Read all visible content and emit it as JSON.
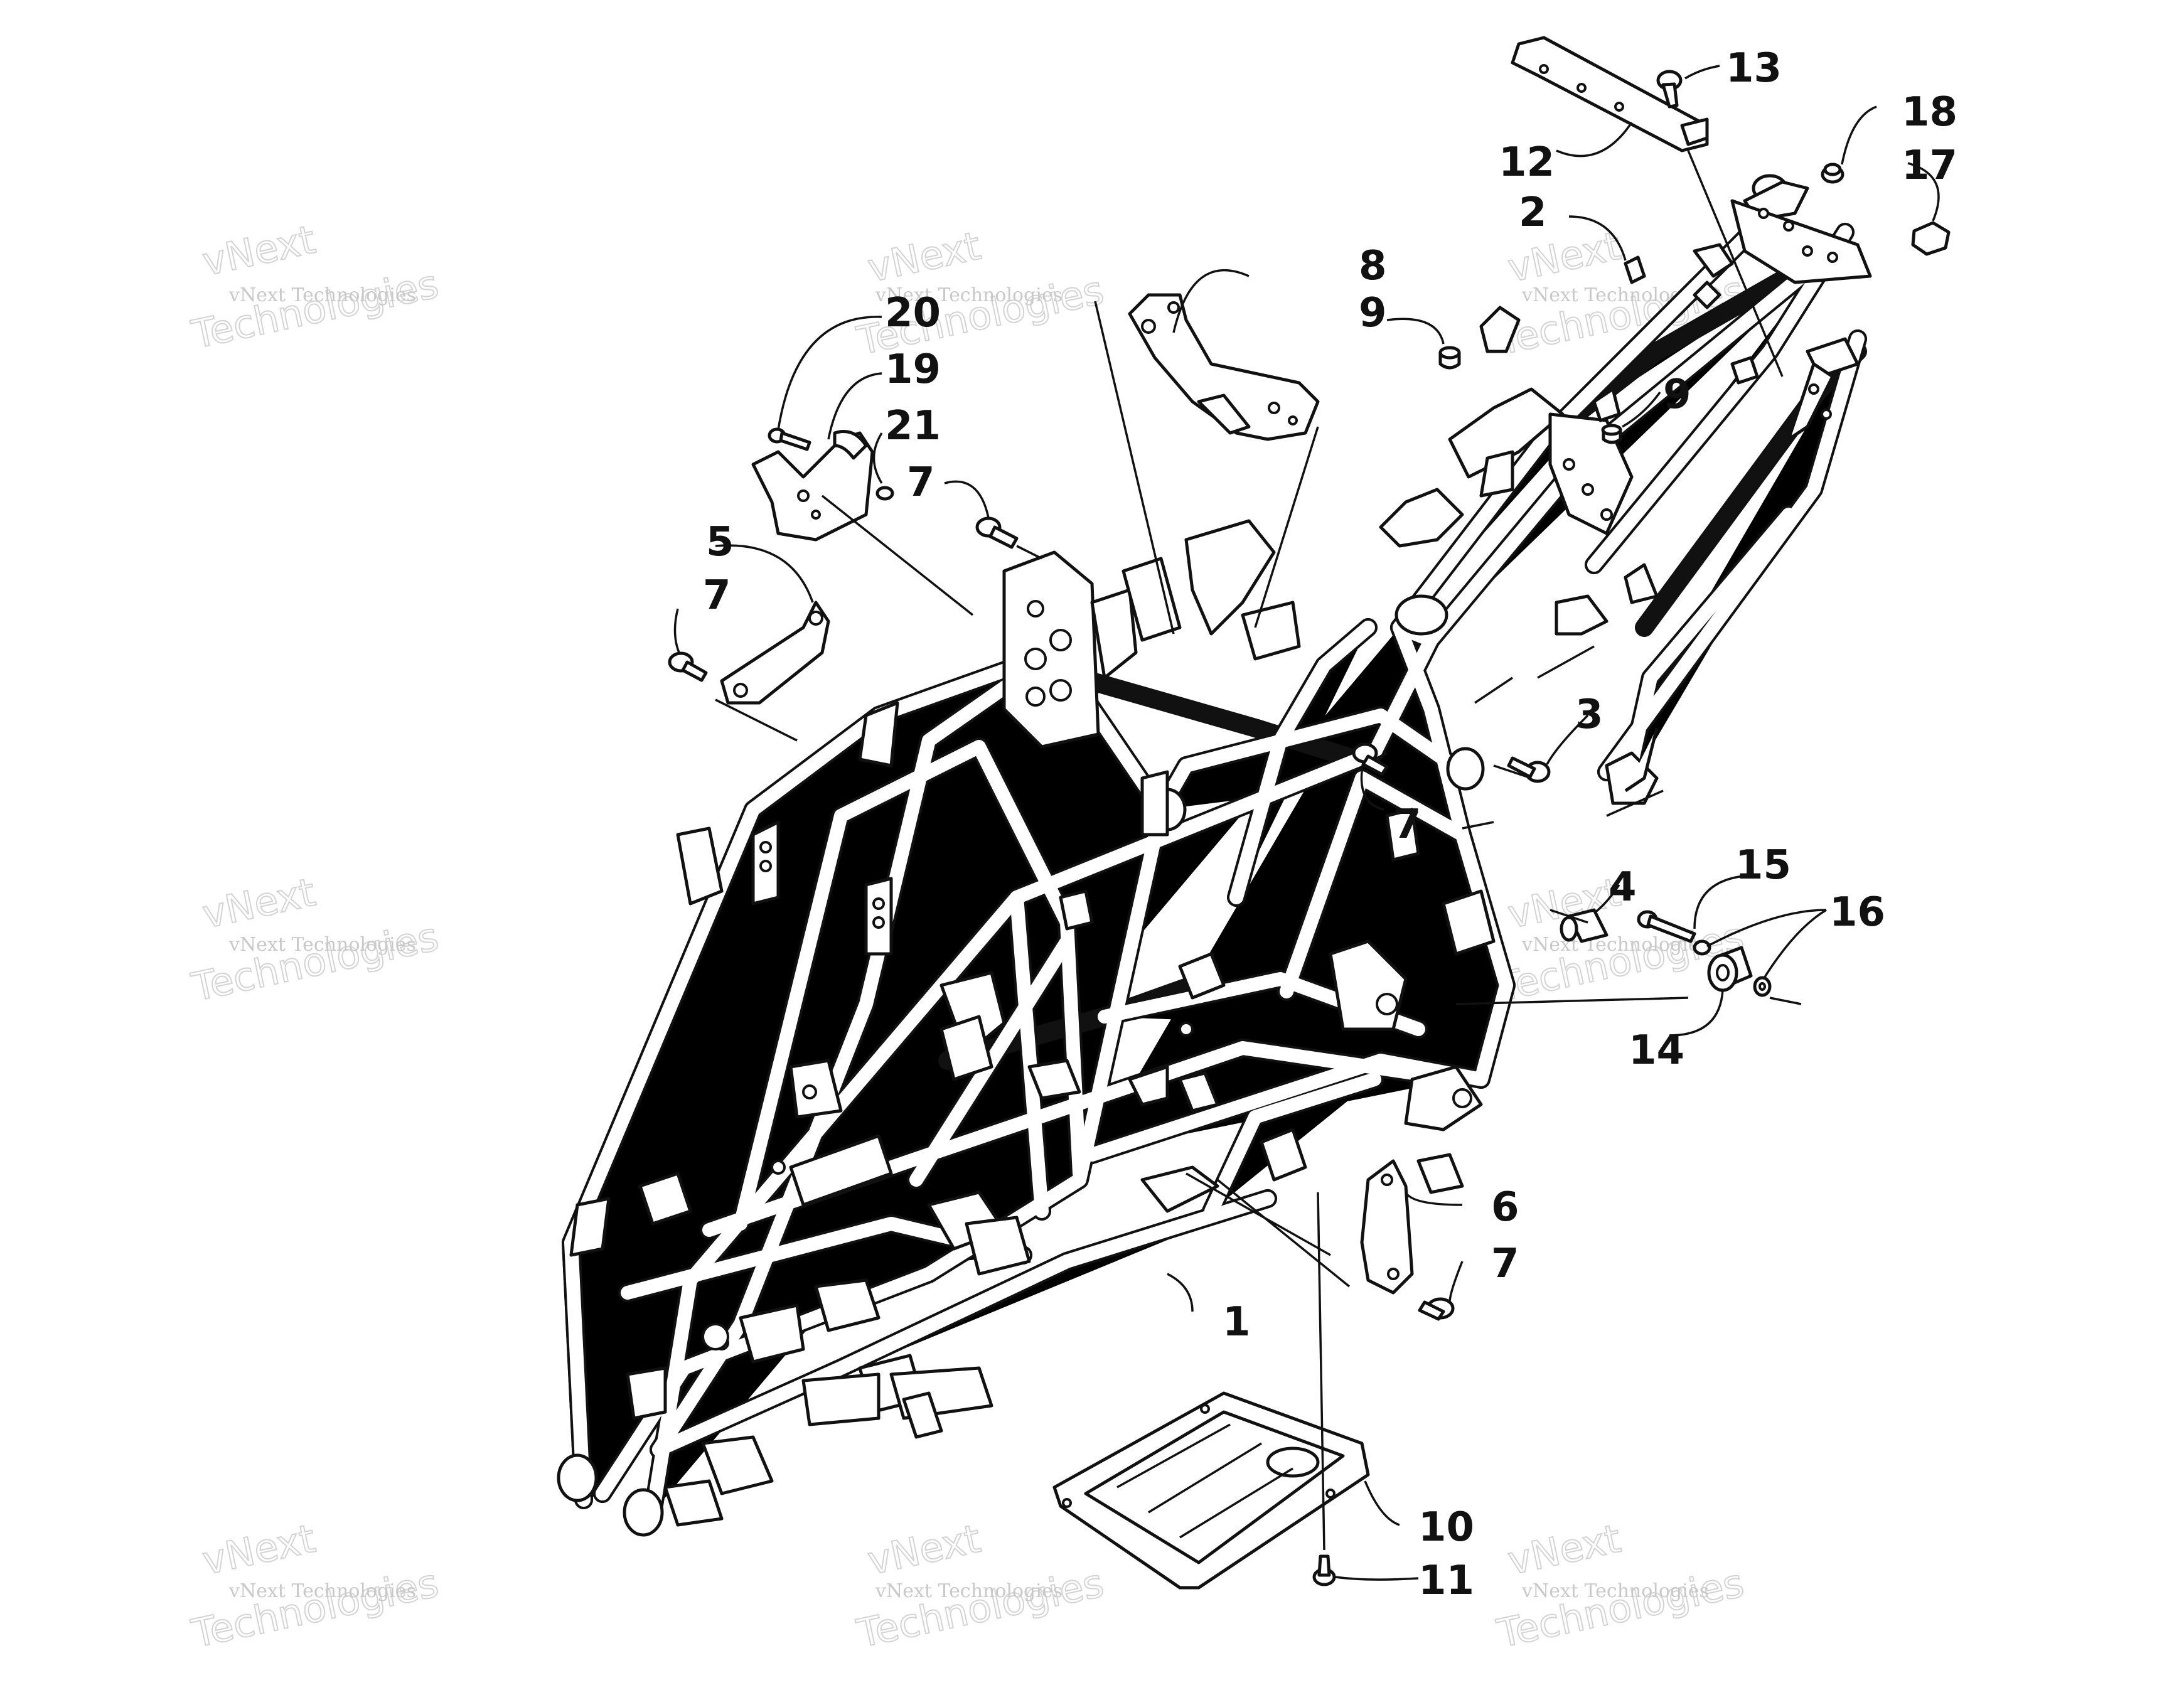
{
  "watermark": {
    "line1": "vNext Technologies",
    "line2": "vNext",
    "line3": "Technologies"
  },
  "callouts": [
    {
      "id": "1",
      "label": "1"
    },
    {
      "id": "2",
      "label": "2"
    },
    {
      "id": "3",
      "label": "3"
    },
    {
      "id": "4",
      "label": "4"
    },
    {
      "id": "5",
      "label": "5"
    },
    {
      "id": "6",
      "label": "6"
    },
    {
      "id": "7a",
      "label": "7"
    },
    {
      "id": "7b",
      "label": "7"
    },
    {
      "id": "7c",
      "label": "7"
    },
    {
      "id": "7d",
      "label": "7"
    },
    {
      "id": "8",
      "label": "8"
    },
    {
      "id": "9a",
      "label": "9"
    },
    {
      "id": "9b",
      "label": "9"
    },
    {
      "id": "10",
      "label": "10"
    },
    {
      "id": "11",
      "label": "11"
    },
    {
      "id": "12",
      "label": "12"
    },
    {
      "id": "13",
      "label": "13"
    },
    {
      "id": "14",
      "label": "14"
    },
    {
      "id": "15",
      "label": "15"
    },
    {
      "id": "16",
      "label": "16"
    },
    {
      "id": "17",
      "label": "17"
    },
    {
      "id": "18",
      "label": "18"
    },
    {
      "id": "19",
      "label": "19"
    },
    {
      "id": "20",
      "label": "20"
    },
    {
      "id": "21",
      "label": "21"
    }
  ]
}
